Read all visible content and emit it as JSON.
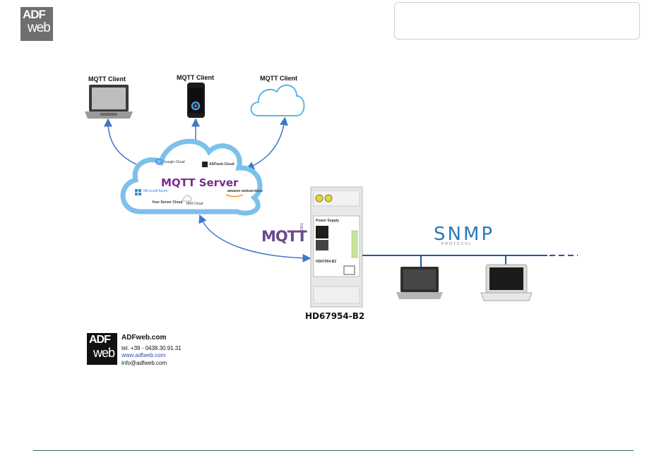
{
  "header": {
    "logo_line1": "ADF",
    "logo_line2": "web"
  },
  "clients": {
    "laptop_label": "MQTT Client",
    "phone_label": "MQTT Client",
    "cloud_label": "MQTT Client"
  },
  "server_cloud": {
    "title": "MQTT Server",
    "google": "Google Cloud",
    "adfweb_cloud": "ADFweb Cloud",
    "azure": "Microsoft Azure",
    "your_server": "Your Server Cloud",
    "ibm": "IBM Cloud",
    "amazon": "amazon webservices"
  },
  "protocol_logos": {
    "mqtt": "MQTT",
    "mqtt_org": "ORG",
    "snmp": "SNMP",
    "snmp_sub": "PROTOCOL"
  },
  "device": {
    "name": "HD67954-B2",
    "label_power": "Power Supply",
    "model": "HD67954-B2"
  },
  "contact": {
    "logo_line1": "ADF",
    "logo_line2": "web",
    "site": "ADFweb.com",
    "tel": "tel. +39 - 0438.30.91.31",
    "web": "www.adfweb.com",
    "mail": "info@adfweb.com"
  },
  "colors": {
    "arrow": "#3f78c4",
    "cloud": "#7cc0ec",
    "line": "#1d57a6",
    "mqtt": "#6b4a8c",
    "snmp": "#2a7ab5"
  }
}
